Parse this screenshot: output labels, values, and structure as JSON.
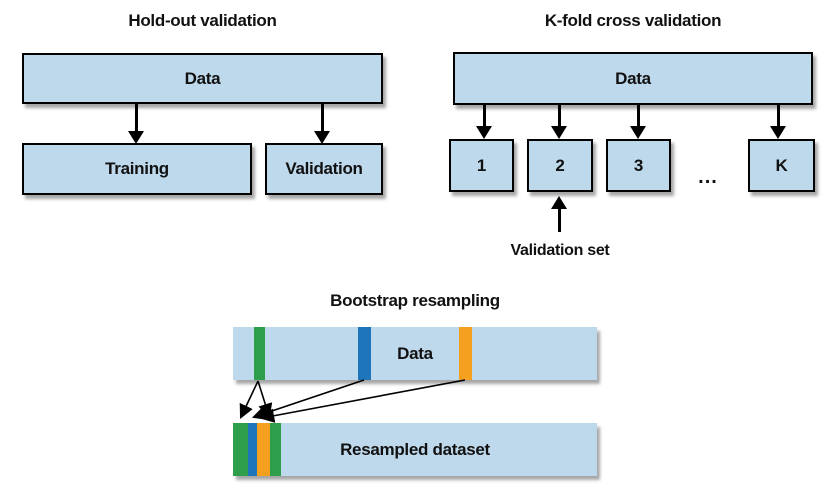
{
  "colors": {
    "box_fill": "#bed9ec",
    "box_border": "#000000",
    "green": "#2d9e49",
    "blue": "#1e75bb",
    "orange": "#f5a01e"
  },
  "holdout": {
    "title": "Hold-out validation",
    "data_box": "Data",
    "training_box": "Training",
    "validation_box": "Validation"
  },
  "kfold": {
    "title": "K-fold cross validation",
    "data_box": "Data",
    "folds": [
      "1",
      "2",
      "3",
      "K"
    ],
    "ellipsis": "...",
    "validation_set_label": "Validation set"
  },
  "bootstrap": {
    "title": "Bootstrap resampling",
    "data_bar": "Data",
    "resampled_bar": "Resampled dataset",
    "data_bar_stripes": [
      "green",
      "blue",
      "orange"
    ],
    "resampled_bar_stripes": [
      "green",
      "blue",
      "orange",
      "green"
    ]
  }
}
